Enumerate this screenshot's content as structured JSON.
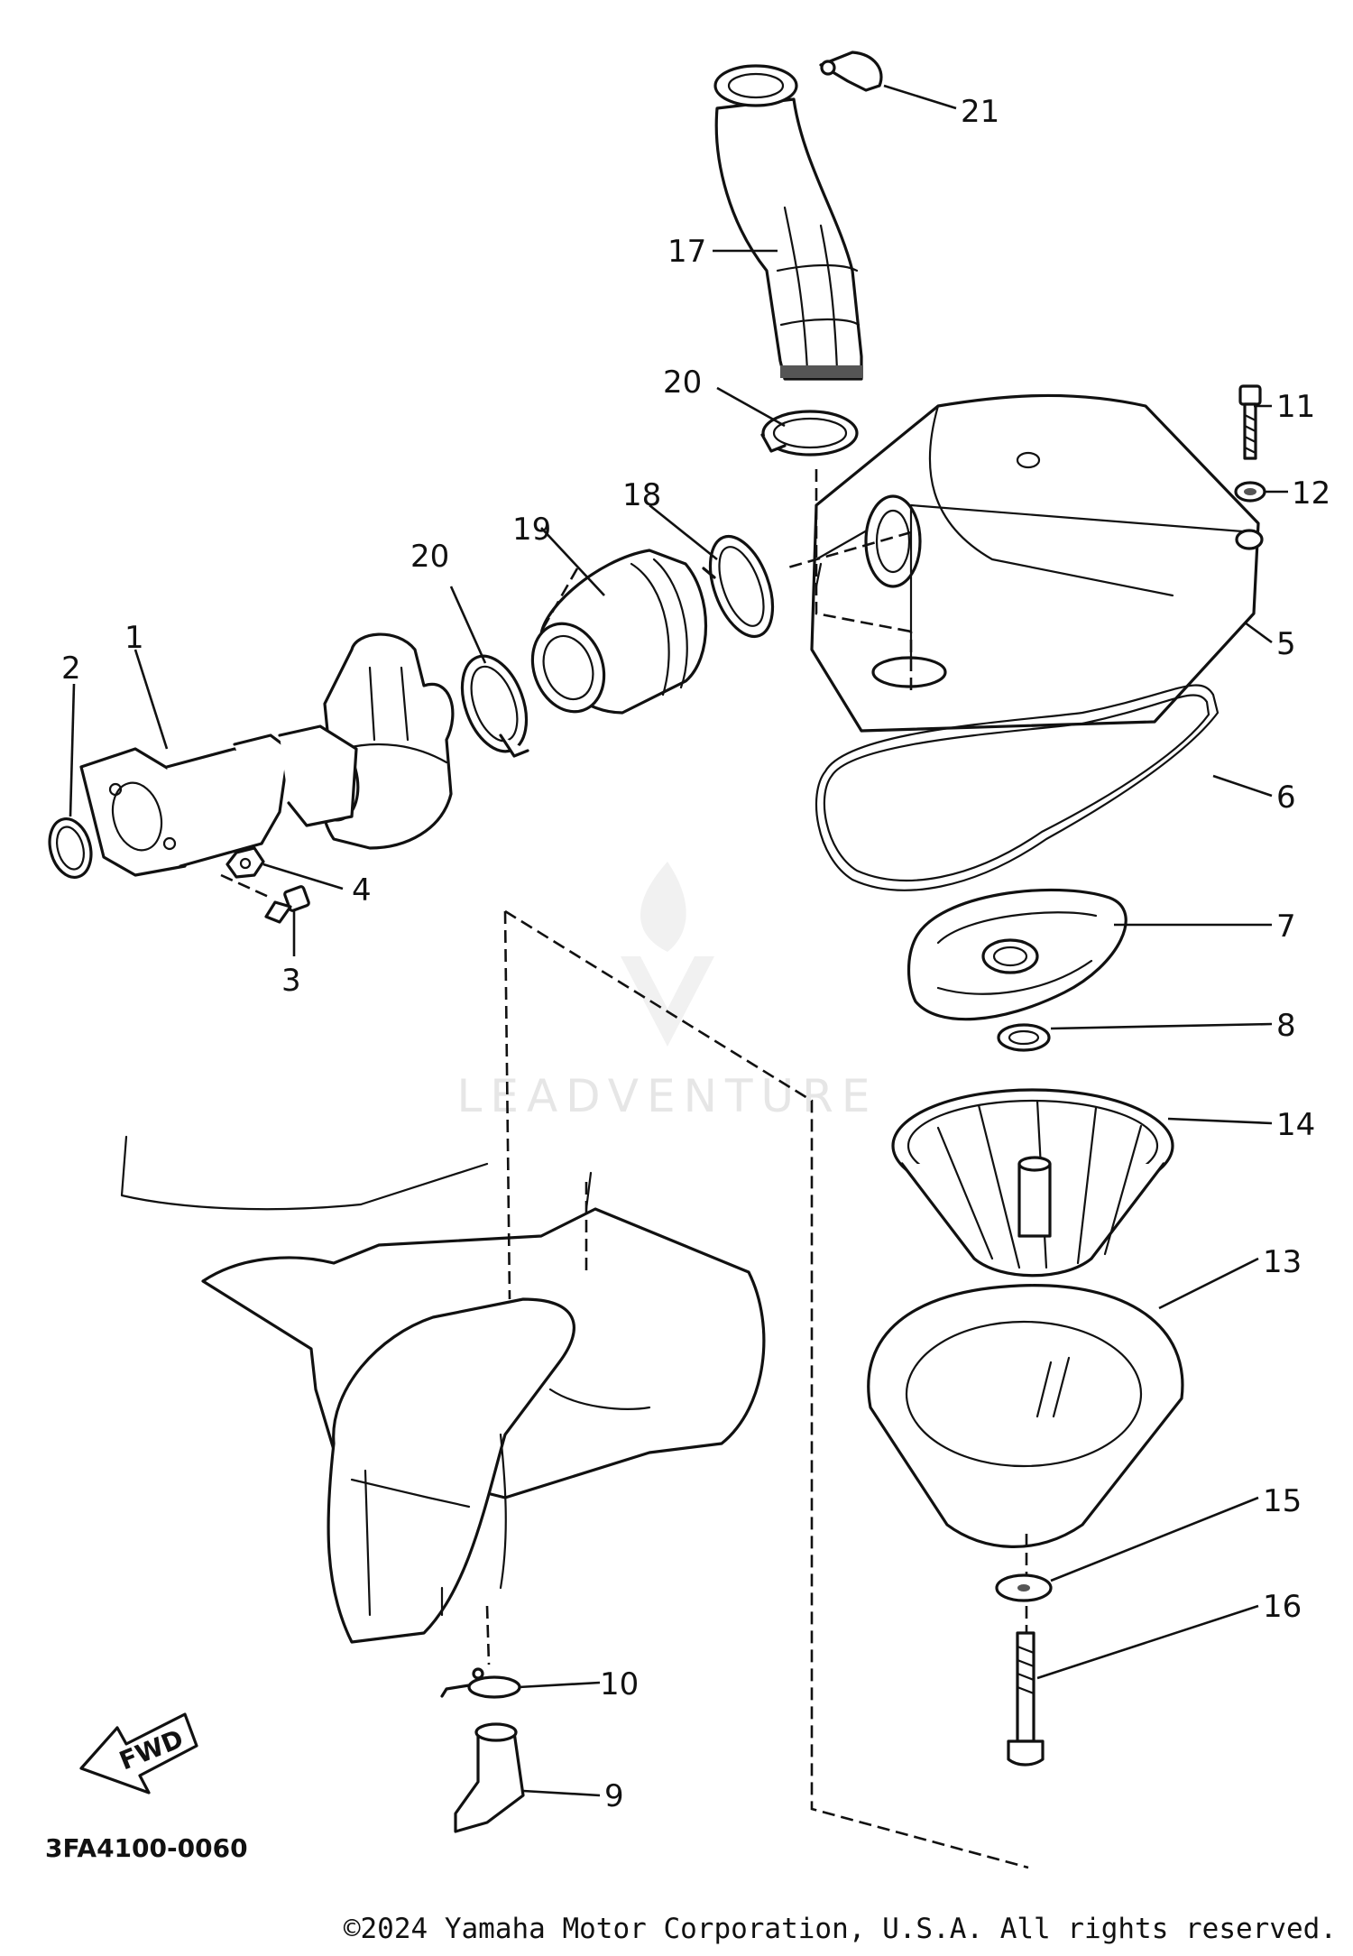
{
  "diagram": {
    "callouts": [
      {
        "id": "c1",
        "label": "1"
      },
      {
        "id": "c2",
        "label": "2"
      },
      {
        "id": "c3",
        "label": "3"
      },
      {
        "id": "c4",
        "label": "4"
      },
      {
        "id": "c5",
        "label": "5"
      },
      {
        "id": "c6",
        "label": "6"
      },
      {
        "id": "c7",
        "label": "7"
      },
      {
        "id": "c8",
        "label": "8"
      },
      {
        "id": "c9",
        "label": "9"
      },
      {
        "id": "c10",
        "label": "10"
      },
      {
        "id": "c11",
        "label": "11"
      },
      {
        "id": "c12",
        "label": "12"
      },
      {
        "id": "c13",
        "label": "13"
      },
      {
        "id": "c14",
        "label": "14"
      },
      {
        "id": "c15",
        "label": "15"
      },
      {
        "id": "c16",
        "label": "16"
      },
      {
        "id": "c17",
        "label": "17"
      },
      {
        "id": "c18",
        "label": "18"
      },
      {
        "id": "c19",
        "label": "19"
      },
      {
        "id": "c20a",
        "label": "20"
      },
      {
        "id": "c20b",
        "label": "20"
      },
      {
        "id": "c21",
        "label": "21"
      }
    ],
    "fwd_label": "FWD",
    "diagram_code": "3FA4100-0060"
  },
  "watermark": {
    "text": "LEADVENTURE"
  },
  "footer": {
    "copyright": "©2024 Yamaha Motor Corporation, U.S.A. All rights reserved."
  }
}
